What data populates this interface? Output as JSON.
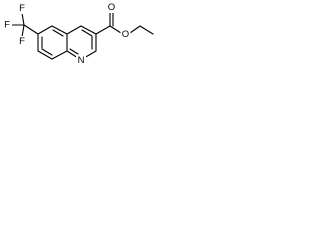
{
  "molecule": {
    "atom_labels": {
      "f_top": "F",
      "f_left": "F",
      "f_bottom": "F",
      "o_carbonyl": "O",
      "o_ester": "O",
      "n_ring": "N"
    }
  }
}
